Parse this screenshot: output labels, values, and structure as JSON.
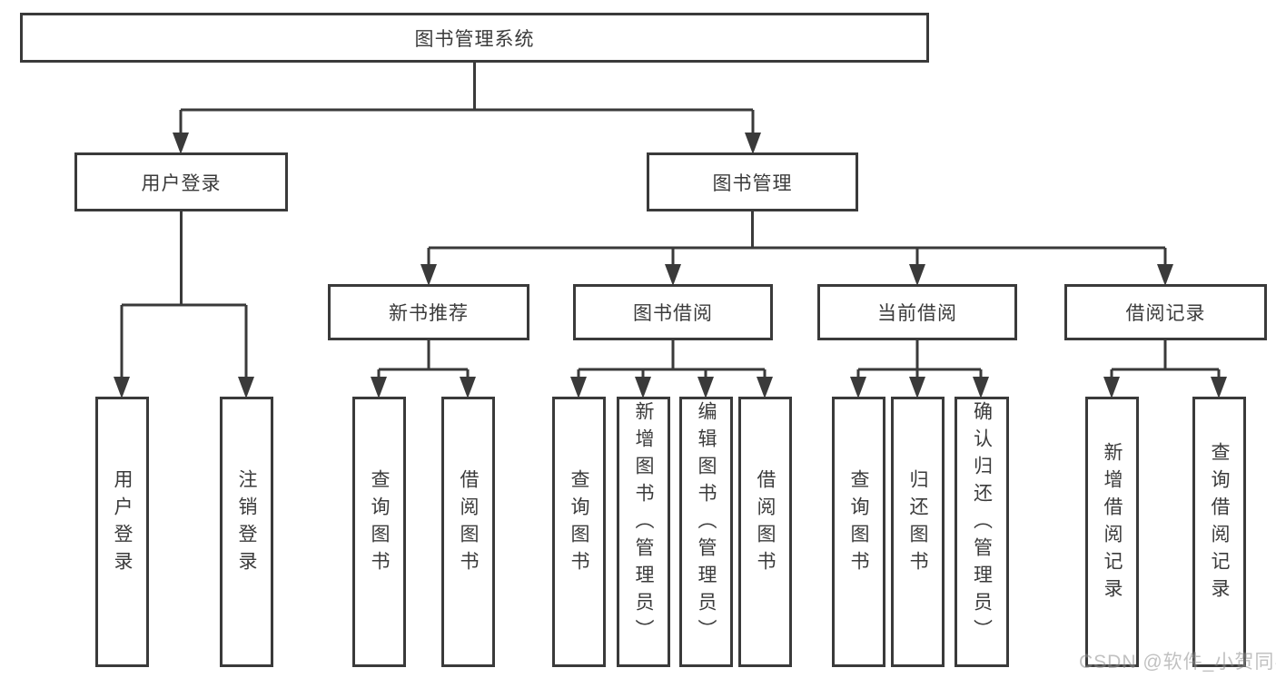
{
  "diagram_type": "hierarchy-tree",
  "colors": {
    "line": "#3a3a3a",
    "border": "#3a3a3a",
    "text": "#3b3b3b",
    "background": "#ffffff",
    "watermark": "#8f8f8f"
  },
  "tree": {
    "root": "图书管理系统",
    "level2": [
      {
        "label": "用户登录"
      },
      {
        "label": "图书管理"
      }
    ],
    "level3": [
      {
        "label": "新书推荐"
      },
      {
        "label": "图书借阅"
      },
      {
        "label": "当前借阅"
      },
      {
        "label": "借阅记录"
      }
    ],
    "level4": {
      "user": [
        {
          "label": "用户登录"
        },
        {
          "label": "注销登录"
        }
      ],
      "recommend": [
        {
          "label": "查询图书"
        },
        {
          "label": "借阅图书"
        }
      ],
      "borrow": [
        {
          "label": "查询图书"
        },
        {
          "label": "新增图书（管理员）"
        },
        {
          "label": "编辑图书（管理员）"
        },
        {
          "label": "借阅图书"
        }
      ],
      "current": [
        {
          "label": "查询图书"
        },
        {
          "label": "归还图书"
        },
        {
          "label": "确认归还（管理员）"
        }
      ],
      "records": [
        {
          "label": "新增借阅记录"
        },
        {
          "label": "查询借阅记录"
        }
      ]
    }
  },
  "watermark": "CSDN @软件_小贺同学"
}
